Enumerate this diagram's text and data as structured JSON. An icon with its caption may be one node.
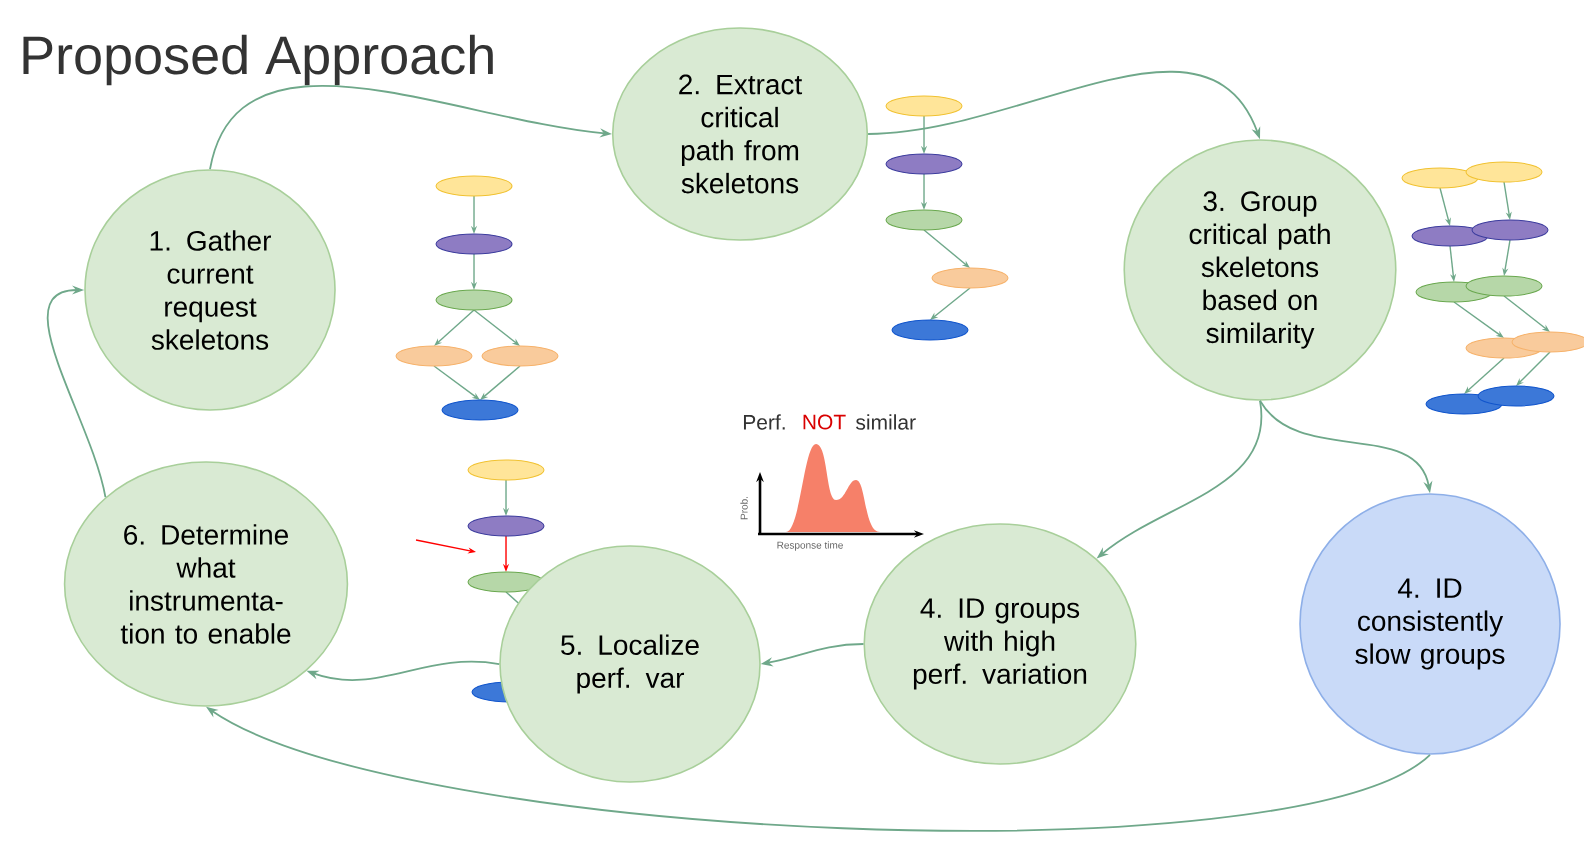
{
  "diagram": {
    "title": "Proposed Approach",
    "nodes": [
      {
        "text": [
          "1. Gather current request skeletons"
        ]
      },
      {
        "text": [
          "2. Extract critical path from skeletons"
        ]
      },
      {
        "text": [
          "3. Group critical path skeletons based on similarity"
        ]
      },
      {
        "text": [
          "4. ID groups with high perf. variation"
        ]
      },
      {
        "text": [
          "4. ID consistently slow groups"
        ]
      },
      {
        "text": [
          "5. Localize perf. var"
        ]
      },
      {
        "text": [
          "6. Determine what instrumenta- tion to enable"
        ]
      }
    ],
    "edges": [
      {
        "from": 0,
        "to": 1,
        "arrow": "to"
      },
      {
        "from": 1,
        "to": 2,
        "arrow": "to"
      },
      {
        "from": 2,
        "to": 3,
        "arrow": "to"
      },
      {
        "from": 2,
        "to": 4,
        "arrow": "to"
      },
      {
        "from": 3,
        "to": 5,
        "arrow": "to"
      },
      {
        "from": 5,
        "to": 6,
        "arrow": "to"
      },
      {
        "from": 4,
        "to": 6,
        "arrow": "to"
      },
      {
        "from": 6,
        "to": 0,
        "arrow": "to"
      }
    ],
    "labels": [
      "Perf.",
      "NOT",
      "similar",
      "Prob.",
      "Response time"
    ]
  }
}
